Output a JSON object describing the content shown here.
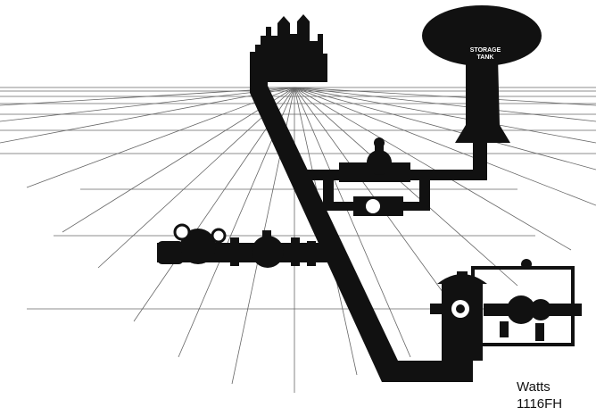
{
  "diagram": {
    "tank_label_line1": "STORAGE",
    "tank_label_line2": "TANK",
    "caption_line1": "Watts",
    "caption_line2": "1116FH"
  },
  "colors": {
    "ink": "#111111",
    "grid": "#666666",
    "background": "#ffffff"
  }
}
